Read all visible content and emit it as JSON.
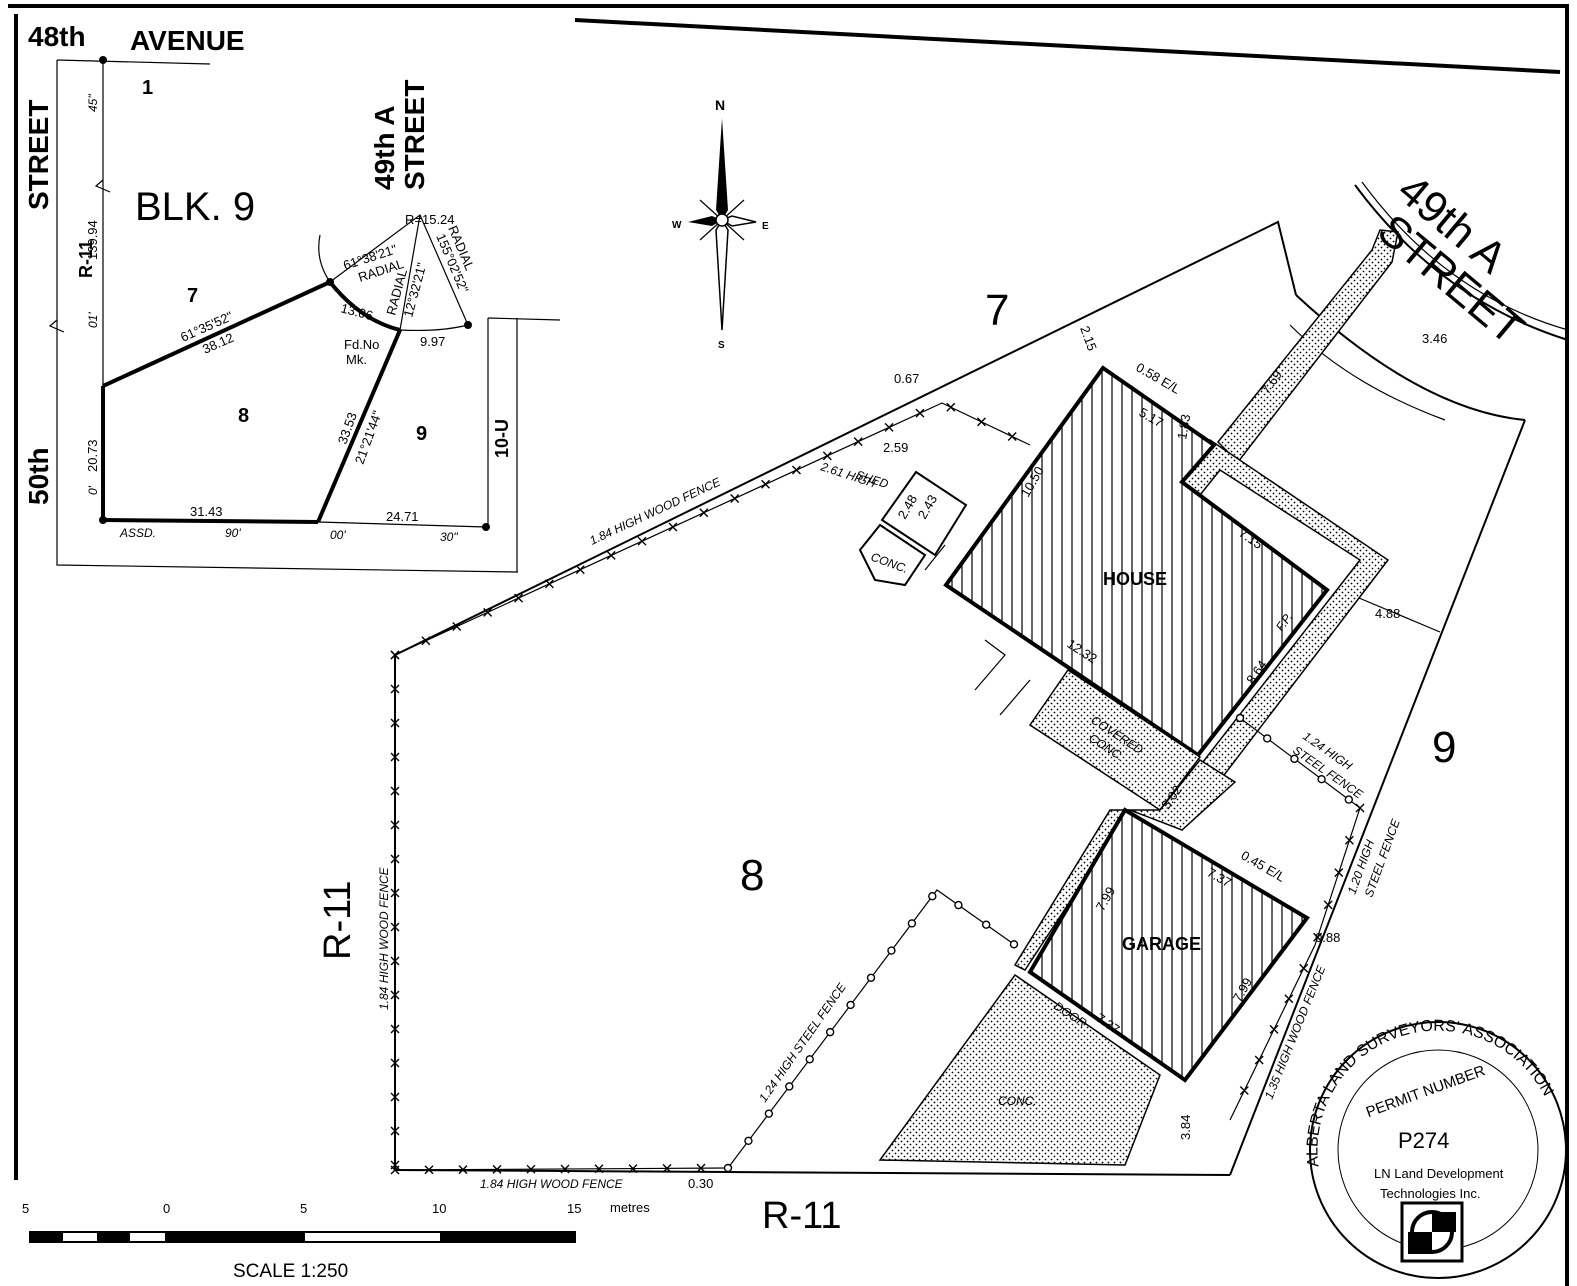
{
  "keymap": {
    "street_48th": "48th",
    "avenue": "AVENUE",
    "street_50th": "50th",
    "street_word": "STREET",
    "street_49a_line1": "49th A",
    "street_49a_line2": "STREET",
    "block": "BLK. 9",
    "lot_1": "1",
    "lot_7": "7",
    "lot_8": "8",
    "lot_9": "9",
    "zone_r11": "R-11",
    "zone_10u": "10-U",
    "radius": "R=15.24",
    "angle_radial1": "61°38'21\"",
    "radial_word1": "RADIAL",
    "radial_word2": "RADIAL",
    "angle_radial3": "155°02'52\"",
    "radial_word3": "RADIAL",
    "angle_12": "12°32'21\"",
    "arc_13": "13.06",
    "dist_997": "9.97",
    "fd_no": "Fd.No",
    "mk": "Mk.",
    "angle_6135": "61°35'52\"",
    "dist_3812": "38.12",
    "dist_3353": "33.53",
    "angle_2121": "21°21'44\"",
    "dist_2073": "20.73",
    "dist_3143": "31.43",
    "dist_2471": "24.71",
    "assd": "ASSD.",
    "b_90": "90'",
    "b_00": "00'",
    "b_30": "30\"",
    "b_0": "0'",
    "b_01": "01'",
    "b_45": "45\"",
    "dist_13994": "139.94"
  },
  "north_arrow": {
    "n": "N",
    "s": "S",
    "e": "E",
    "w": "W"
  },
  "site": {
    "lot_7": "7",
    "lot_8": "8",
    "lot_9": "9",
    "zone_left": "R-11",
    "zone_bottom": "R-11",
    "street_line1": "49th A",
    "street_line2": "STREET",
    "house": "HOUSE",
    "garage": "GARAGE",
    "covered_conc_1": "COVERED",
    "covered_conc_2": "CONC.",
    "conc": "CONC.",
    "conc_small": "CONC.",
    "shed_1": "SHED",
    "shed_2": "2.61 HIGH",
    "fp": "F.P.",
    "door": "DOOR",
    "fence_top": "1.84 HIGH WOOD FENCE",
    "fence_left": "1.84 HIGH WOOD FENCE",
    "fence_bottom": "1.84 HIGH WOOD FENCE",
    "fence_steel_mid": "1.24 HIGH STEEL FENCE",
    "fence_steel_right1": "1.24 HIGH",
    "fence_steel_right2": "STEEL FENCE",
    "fence_steel_east1": "1.20 HIGH",
    "fence_steel_east2": "STEEL FENCE",
    "fence_wood_east": "1.35 HIGH WOOD FENCE",
    "d_346": "3.46",
    "d_769": "7.69",
    "d_215": "2.15",
    "d_058": "0.58 E/L",
    "d_517": "5.17",
    "d_183": "1.83",
    "d_1050": "10.50",
    "d_067": "0.67",
    "d_259": "2.59",
    "d_248": "2.48",
    "d_243": "2.43",
    "d_715": "7.15",
    "d_488": "4.88",
    "d_1232": "12.32",
    "d_864": "8.64",
    "d_302": "3.02",
    "d_045": "0.45 E/L",
    "d_737a": "7.37",
    "d_799a": "7.99",
    "d_799b": "7.99",
    "d_737b": "7.37",
    "d_088": "0.88",
    "d_384": "3.84",
    "d_030": "0.30"
  },
  "scale": {
    "ticks": [
      "5",
      "0",
      "5",
      "10",
      "15"
    ],
    "unit": "metres",
    "caption": "SCALE 1:250"
  },
  "seal": {
    "ring_text": "ALBERTA LAND SURVEYORS' ASSOCIATION",
    "permit_label": "PERMIT NUMBER",
    "permit_no": "P274",
    "company_1": "LN Land Development",
    "company_2": "Technologies Inc."
  }
}
